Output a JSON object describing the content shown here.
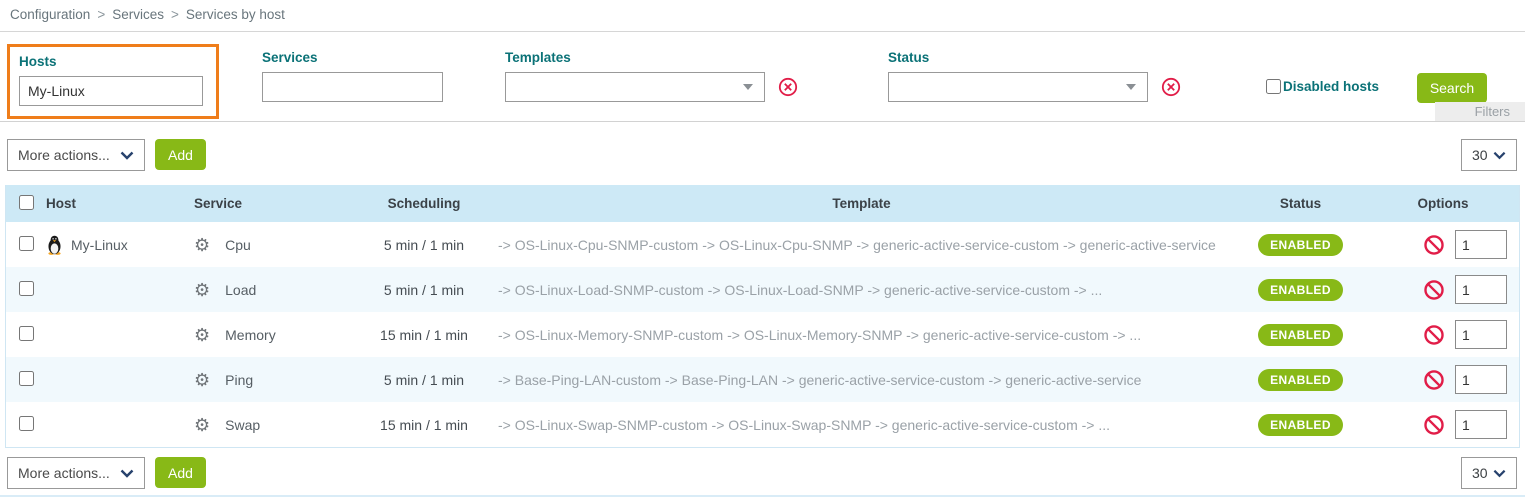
{
  "breadcrumb": {
    "separator": ">",
    "items": [
      "Configuration",
      "Services",
      "Services by host"
    ]
  },
  "filters": {
    "hosts": {
      "label": "Hosts",
      "value": "My-Linux"
    },
    "services": {
      "label": "Services",
      "value": ""
    },
    "templates": {
      "label": "Templates",
      "selected": ""
    },
    "status": {
      "label": "Status",
      "selected": ""
    },
    "disabled_hosts": {
      "label": "Disabled hosts",
      "checked": false
    },
    "search_button": "Search",
    "filters_tab": "Filters"
  },
  "toolbar_top": {
    "more_actions": "More actions...",
    "add_button": "Add",
    "page_size": "30"
  },
  "toolbar_bottom": {
    "more_actions": "More actions...",
    "add_button": "Add",
    "page_size": "30"
  },
  "table": {
    "headers": {
      "host": "Host",
      "service": "Service",
      "scheduling": "Scheduling",
      "template": "Template",
      "status": "Status",
      "options": "Options"
    },
    "rows": [
      {
        "host": "My-Linux",
        "host_icon": "linux-tux-icon",
        "service": "Cpu",
        "scheduling": "5 min / 1 min",
        "template": "-> OS-Linux-Cpu-SNMP-custom -> OS-Linux-Cpu-SNMP -> generic-active-service-custom -> generic-active-service",
        "status": "ENABLED",
        "options_value": "1"
      },
      {
        "host": "",
        "service": "Load",
        "scheduling": "5 min / 1 min",
        "template": "-> OS-Linux-Load-SNMP-custom -> OS-Linux-Load-SNMP -> generic-active-service-custom -> ...",
        "status": "ENABLED",
        "options_value": "1"
      },
      {
        "host": "",
        "service": "Memory",
        "scheduling": "15 min / 1 min",
        "template": "-> OS-Linux-Memory-SNMP-custom -> OS-Linux-Memory-SNMP -> generic-active-service-custom -> ...",
        "status": "ENABLED",
        "options_value": "1"
      },
      {
        "host": "",
        "service": "Ping",
        "scheduling": "5 min / 1 min",
        "template": "-> Base-Ping-LAN-custom -> Base-Ping-LAN -> generic-active-service-custom -> generic-active-service",
        "status": "ENABLED",
        "options_value": "1"
      },
      {
        "host": "",
        "service": "Swap",
        "scheduling": "15 min / 1 min",
        "template": "-> OS-Linux-Swap-SNMP-custom -> OS-Linux-Swap-SNMP -> generic-active-service-custom -> ...",
        "status": "ENABLED",
        "options_value": "1"
      }
    ]
  },
  "icons": {
    "gear": "gear-icon",
    "clear": "clear-filter-icon",
    "forbidden": "no-entry-icon",
    "host_os": "linux-tux-icon",
    "dropdown": "chevron-down-icon"
  },
  "colors": {
    "accent_green": "#88b917",
    "label_teal": "#0b7277",
    "header_blue": "#cde9f6",
    "row_alt_blue": "#f1f9fd",
    "alert_crimson": "#e11d48",
    "highlight_orange": "#ef7d1a",
    "chevron_navy": "#27426d"
  }
}
